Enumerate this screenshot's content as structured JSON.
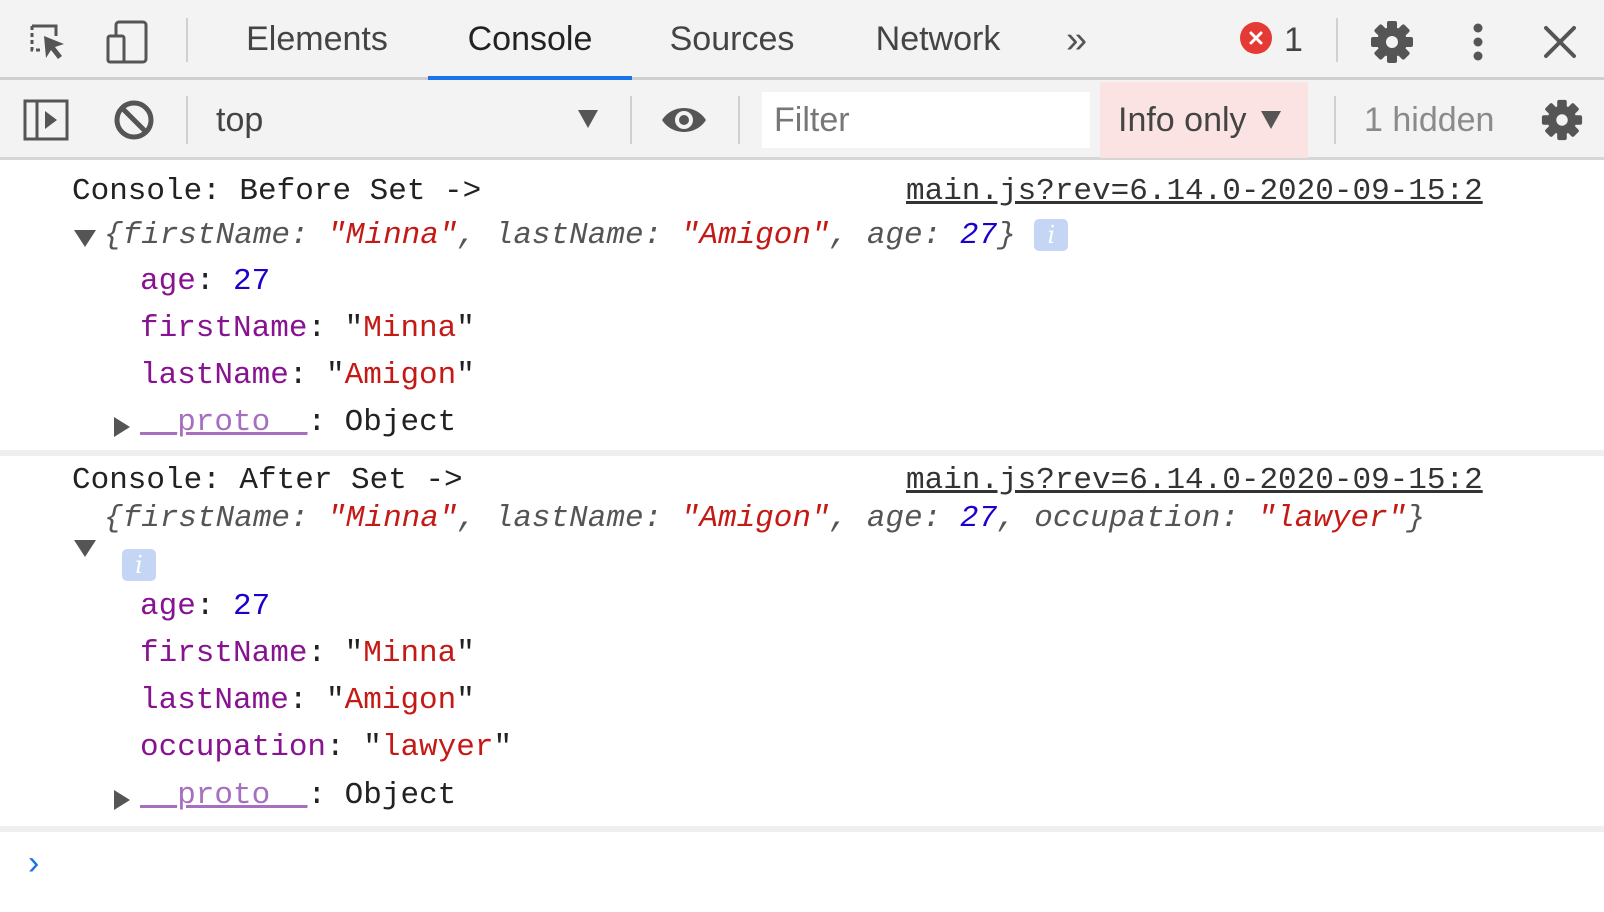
{
  "tabs": [
    "Elements",
    "Console",
    "Sources",
    "Network"
  ],
  "more_tabs_glyph": "»",
  "error_count": "1",
  "colors": {
    "accent": "#1a73e8",
    "error": "#e53935",
    "string": "#c41a16",
    "number": "#1c00cf",
    "property": "#881391"
  },
  "icons": [
    "inspect-element-icon",
    "device-toolbar-icon",
    "error-icon",
    "settings-icon",
    "kebab-menu-icon",
    "close-icon",
    "sidebar-toggle-icon",
    "clear-console-icon",
    "eye-icon",
    "console-settings-icon",
    "info-icon",
    "prompt-chevron-icon"
  ],
  "toolbar": {
    "context": "top",
    "filter_placeholder": "Filter",
    "levels": "Info only",
    "hidden": "1 hidden"
  },
  "messages": [
    {
      "text": "Console: Before Set ->",
      "source": "main.js?rev=6.14.0-2020-09-15:2",
      "preview": {
        "open": "{",
        "k1": "firstName",
        "v1": "\"Minna\"",
        "k2": "lastName",
        "v2": "\"Amigon\"",
        "k3": "age",
        "v3": "27",
        "close": "}"
      },
      "props": [
        {
          "key": "age",
          "value": "27"
        },
        {
          "key": "firstName",
          "value": "Minna"
        },
        {
          "key": "lastName",
          "value": "Amigon"
        }
      ],
      "proto": {
        "key": "__proto__",
        "value": "Object"
      }
    },
    {
      "text": "Console: After Set ->",
      "source": "main.js?rev=6.14.0-2020-09-15:2",
      "preview": {
        "open": "{",
        "k1": "firstName",
        "v1": "\"Minna\"",
        "k2": "lastName",
        "v2": "\"Amigon\"",
        "k3": "age",
        "v3": "27",
        "k4": "occupation",
        "v4": "\"lawyer\"",
        "close": "}"
      },
      "props": [
        {
          "key": "age",
          "value": "27"
        },
        {
          "key": "firstName",
          "value": "Minna"
        },
        {
          "key": "lastName",
          "value": "Amigon"
        },
        {
          "key": "occupation",
          "value": "lawyer"
        }
      ],
      "proto": {
        "key": "__proto__",
        "value": "Object"
      }
    }
  ],
  "info_glyph": "i",
  "prompt_glyph": "›"
}
